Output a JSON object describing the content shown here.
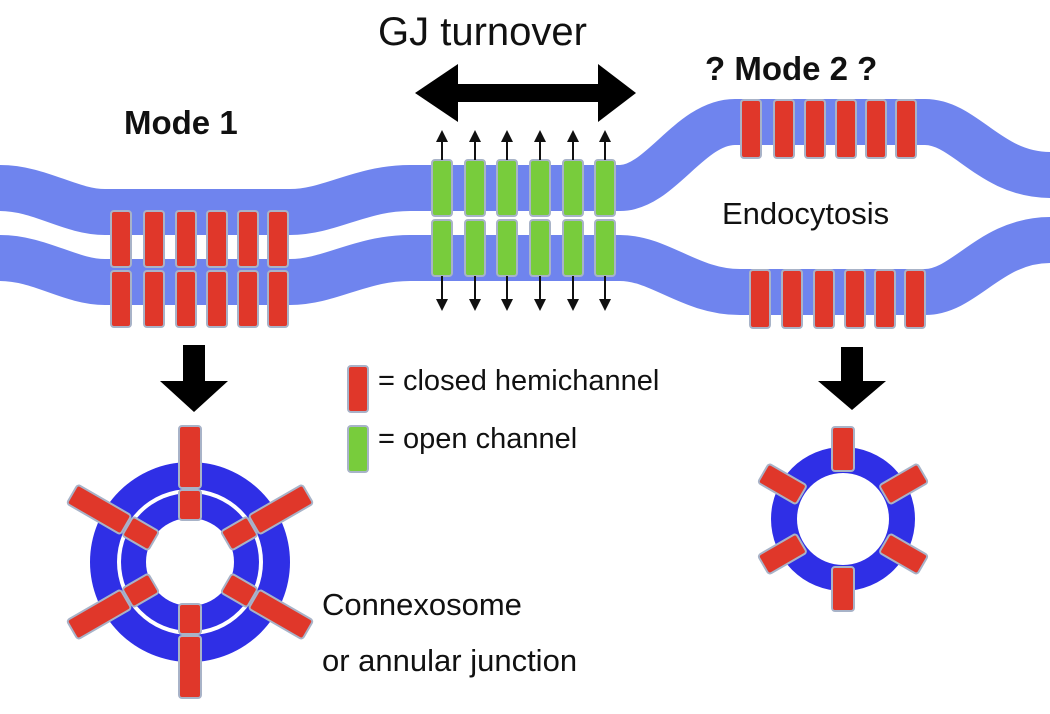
{
  "diagram": {
    "title": "GJ turnover",
    "mode1_label": "Mode 1",
    "mode2_label": "? Mode 2 ?",
    "endocytosis_label": "Endocytosis",
    "legend": {
      "closed": "= closed hemichannel",
      "open": "= open channel"
    },
    "annular_line1": "Connexosome",
    "annular_line2": "or annular junction"
  },
  "colors": {
    "membrane": "#6f84ee",
    "ring": "#2f2fe6",
    "closed_channel": "#e0372a",
    "open_channel": "#78cc3c",
    "arrow": "#000000"
  }
}
